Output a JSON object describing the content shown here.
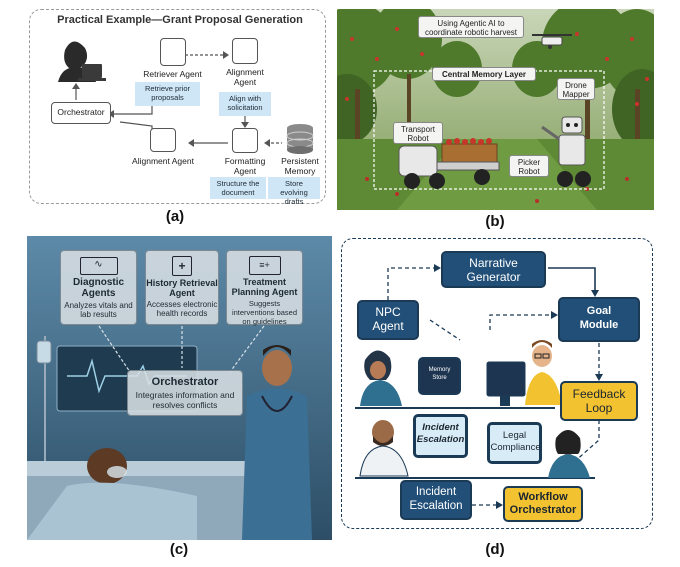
{
  "panel_a": {
    "title": "Practical Example—Grant Proposal Generation",
    "caption": "(a)",
    "orchestrator": "Orchestrator",
    "retriever_agent": "Retriever Agent",
    "retriever_note": "Retrieve prior proposals",
    "alignment_agent_top": "Alignment Agent",
    "alignment_note": "Align with solicitation",
    "alignment_agent_bottom": "Alignment Agent",
    "formatting_agent": "Formatting Agent",
    "formatting_note": "Structure the document",
    "persistent_memory": "Persistent Memory",
    "memory_note": "Store evolving drafts"
  },
  "panel_b": {
    "caption": "(b)",
    "banner": "Using Agentic AI to coordinate robotic harvest",
    "central_memory": "Central Memory Layer",
    "transport_robot": "Transport Robot",
    "drone_mapper": "Drone Mapper",
    "picker_robot": "Picker Robot"
  },
  "panel_c": {
    "caption": "(c)",
    "diagnostic_title": "Diagnostic Agents",
    "diagnostic_desc": "Analyzes vitals and lab results",
    "history_title": "History Retrieval Agent",
    "history_desc": "Accesses electronic health records",
    "treatment_title": "Treatment Planning Agent",
    "treatment_desc": "Suggests interventions based on guidelines",
    "orchestrator_title": "Orchestrator",
    "orchestrator_desc": "Integrates information and resolves conflicts"
  },
  "panel_d": {
    "caption": "(d)",
    "narrative_generator": "Narrative Generator",
    "npc_agent": "NPC Agent",
    "goal_module": "Goal Module",
    "memory_store": "Memory Store",
    "feedback_loop": "Feedback Loop",
    "incident_escalation_screen": "Incident Escalation",
    "legal_compliance": "Legal Compliance",
    "incident_escalation": "Incident Escalation",
    "workflow_orchestrator": "Workflow Orchestrator"
  },
  "colors": {
    "navy": "#214f78",
    "gold": "#f2c230",
    "light_blue": "#cfe6f6",
    "orchard_green": "#4f7a2c",
    "hospital_blue": "#3f6e8c"
  }
}
